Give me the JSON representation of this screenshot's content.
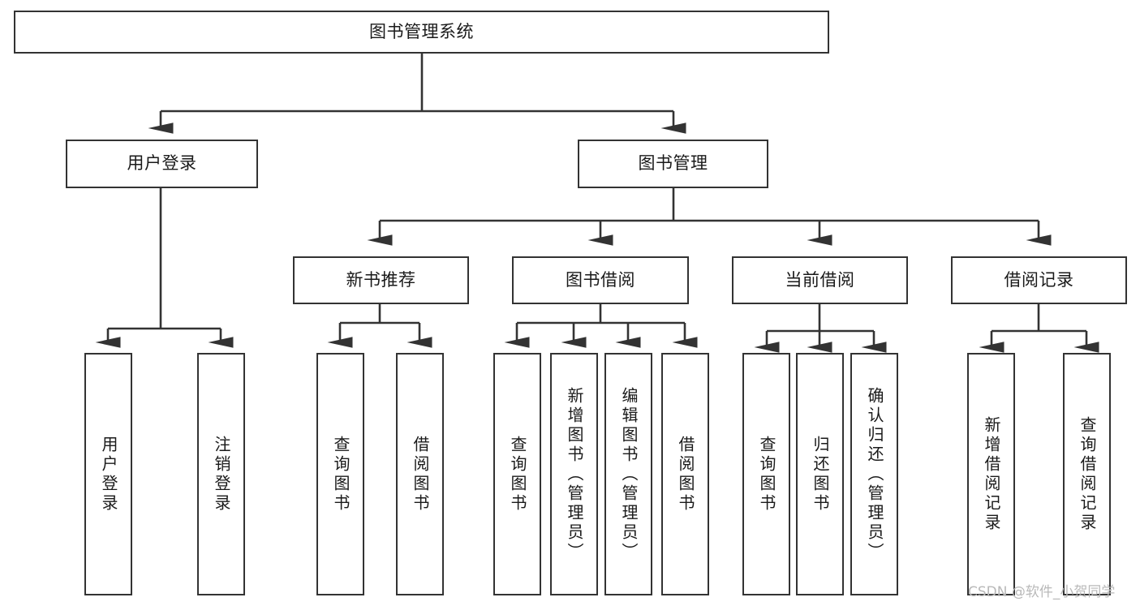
{
  "diagram": {
    "type": "tree-hierarchy-chart",
    "title": "图书管理系统",
    "watermark": "CSDN @软件_小贺同学",
    "colors": {
      "box_border": "#333333",
      "box_fill": "#ffffff",
      "connector": "#333333",
      "text": "#1a1a1a",
      "watermark": "#b9b9b9",
      "background": "#ffffff"
    },
    "nodes": {
      "root": {
        "label": "图书管理系统",
        "level": 0
      },
      "level1": [
        {
          "id": "user-login",
          "label": "用户登录"
        },
        {
          "id": "book-management",
          "label": "图书管理"
        }
      ],
      "level2": [
        {
          "id": "new-book-recommend",
          "label": "新书推荐",
          "parent": "book-management"
        },
        {
          "id": "book-borrow",
          "label": "图书借阅",
          "parent": "book-management"
        },
        {
          "id": "current-borrow",
          "label": "当前借阅",
          "parent": "book-management"
        },
        {
          "id": "borrow-record",
          "label": "借阅记录",
          "parent": "book-management"
        }
      ],
      "leaves": [
        {
          "id": "leaf-user-login",
          "label": "用户登录",
          "parent": "user-login"
        },
        {
          "id": "leaf-logout-login",
          "label": "注销登录",
          "parent": "user-login"
        },
        {
          "id": "leaf-query-book-1",
          "label": "查询图书",
          "parent": "new-book-recommend"
        },
        {
          "id": "leaf-borrow-book-1",
          "label": "借阅图书",
          "parent": "new-book-recommend"
        },
        {
          "id": "leaf-query-book-2",
          "label": "查询图书",
          "parent": "book-borrow"
        },
        {
          "id": "leaf-add-book",
          "label": "新增图书（管理员）",
          "parent": "book-borrow"
        },
        {
          "id": "leaf-edit-book",
          "label": "编辑图书（管理员）",
          "parent": "book-borrow"
        },
        {
          "id": "leaf-borrow-book-2",
          "label": "借阅图书",
          "parent": "book-borrow"
        },
        {
          "id": "leaf-query-book-3",
          "label": "查询图书",
          "parent": "current-borrow"
        },
        {
          "id": "leaf-return-book",
          "label": "归还图书",
          "parent": "current-borrow"
        },
        {
          "id": "leaf-confirm-return",
          "label": "确认归还（管理员）",
          "parent": "current-borrow"
        },
        {
          "id": "leaf-add-record",
          "label": "新增借阅记录",
          "parent": "borrow-record"
        },
        {
          "id": "leaf-query-record",
          "label": "查询借阅记录",
          "parent": "borrow-record"
        }
      ]
    }
  }
}
